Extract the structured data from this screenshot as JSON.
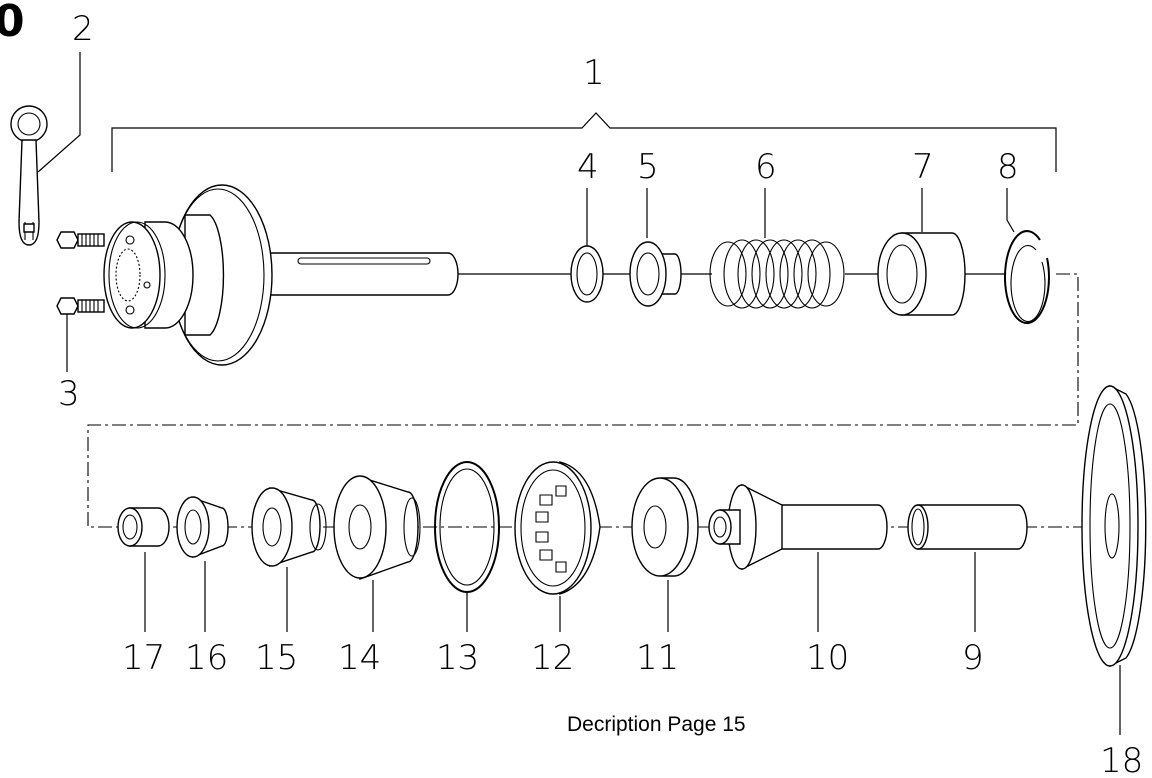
{
  "corner_mark": "0",
  "caption": "Decription Page 15",
  "parts": [
    {
      "id": "1",
      "label": "1"
    },
    {
      "id": "2",
      "label": "2"
    },
    {
      "id": "3",
      "label": "3"
    },
    {
      "id": "4",
      "label": "4"
    },
    {
      "id": "5",
      "label": "5"
    },
    {
      "id": "6",
      "label": "6"
    },
    {
      "id": "7",
      "label": "7"
    },
    {
      "id": "8",
      "label": "8"
    },
    {
      "id": "9",
      "label": "9"
    },
    {
      "id": "10",
      "label": "10"
    },
    {
      "id": "11",
      "label": "11"
    },
    {
      "id": "12",
      "label": "12"
    },
    {
      "id": "13",
      "label": "13"
    },
    {
      "id": "14",
      "label": "14"
    },
    {
      "id": "15",
      "label": "15"
    },
    {
      "id": "16",
      "label": "16"
    },
    {
      "id": "17",
      "label": "17"
    },
    {
      "id": "18",
      "label": "18"
    }
  ]
}
